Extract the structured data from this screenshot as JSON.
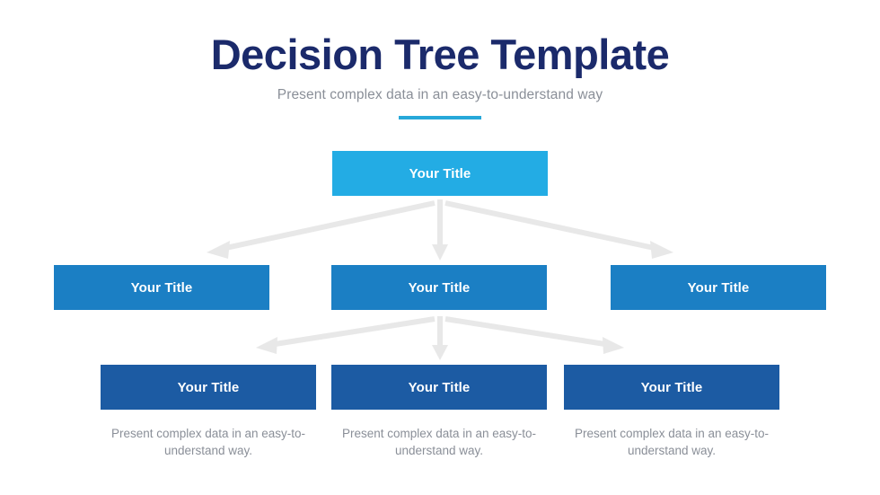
{
  "header": {
    "title": "Decision Tree Template",
    "subtitle": "Present complex data in an easy-to-understand way"
  },
  "colors": {
    "background": "#ffffff",
    "title": "#1b2a6b",
    "subtitle": "#8a8f98",
    "accent_rule": "#27a8d9",
    "node_root": "#23ace4",
    "node_mid": "#1b7fc4",
    "node_leaf": "#1c5ba3",
    "arrow": "#e8e8e8",
    "caption": "#8a8f98"
  },
  "tree": {
    "root": {
      "label": "Your Title"
    },
    "middle_row": [
      {
        "label": "Your Title"
      },
      {
        "label": "Your Title"
      },
      {
        "label": "Your Title"
      }
    ],
    "leaf_row": [
      {
        "label": "Your Title"
      },
      {
        "label": "Your Title"
      },
      {
        "label": "Your Title"
      }
    ]
  },
  "captions": [
    "Present complex data in an easy-to-understand way.",
    "Present complex data in an easy-to-understand way.",
    "Present complex data in an easy-to-understand way."
  ]
}
